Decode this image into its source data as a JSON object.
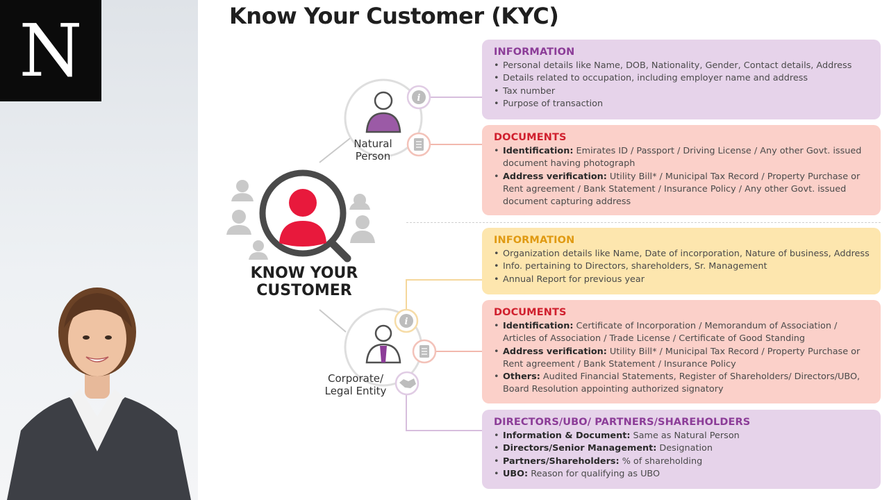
{
  "logo": {
    "letter": "N"
  },
  "title": "Know Your Customer (KYC)",
  "center": {
    "label_line1": "KNOW YOUR",
    "label_line2": "CUSTOMER"
  },
  "nodes": {
    "natural": {
      "line1": "Natural",
      "line2": "Person"
    },
    "corporate": {
      "line1": "Corporate/",
      "line2": "Legal Entity"
    }
  },
  "natural_info": {
    "title": "INFORMATION",
    "items": [
      "Personal details like Name, DOB, Nationality, Gender, Contact details, Address",
      "Details related to occupation, including employer name and address",
      "Tax number",
      "Purpose of transaction"
    ]
  },
  "natural_docs": {
    "title": "DOCUMENTS",
    "items": [
      {
        "label": "Identification:",
        "text": " Emirates ID / Passport / Driving License / Any other Govt. issued document having photograph"
      },
      {
        "label": "Address verification:",
        "text": " Utility Bill* / Municipal Tax Record / Property Purchase or Rent agreement / Bank Statement / Insurance Policy / Any other Govt. issued document capturing address"
      }
    ]
  },
  "corp_info": {
    "title": "INFORMATION",
    "items": [
      "Organization details like Name, Date of incorporation, Nature of business, Address",
      "Info. pertaining to Directors, shareholders, Sr. Management",
      "Annual Report for previous year"
    ]
  },
  "corp_docs": {
    "title": "DOCUMENTS",
    "items": [
      {
        "label": "Identification:",
        "text": " Certificate of Incorporation / Memorandum of Association / Articles of Association / Trade License / Certificate of Good Standing"
      },
      {
        "label": "Address verification:",
        "text": " Utility Bill* / Municipal Tax Record / Property Purchase or Rent agreement / Bank Statement / Insurance Policy"
      },
      {
        "label": "Others:",
        "text": " Audited Financial Statements, Register of Shareholders/ Directors/UBO, Board Resolution appointing authorized signatory"
      }
    ]
  },
  "corp_directors": {
    "title": "DIRECTORS/UBO/ PARTNERS/SHAREHOLDERS",
    "items": [
      {
        "label": "Information & Document:",
        "text": " Same as Natural Person"
      },
      {
        "label": "Directors/Senior Management:",
        "text": " Designation"
      },
      {
        "label": "Partners/Shareholders:",
        "text": " % of shareholding"
      },
      {
        "label": "UBO:",
        "text": " Reason for qualifying as UBO"
      }
    ]
  },
  "colors": {
    "purple": "#8c3d98",
    "red": "#d0202e",
    "amber": "#e09a12",
    "center_red": "#e8193c"
  }
}
